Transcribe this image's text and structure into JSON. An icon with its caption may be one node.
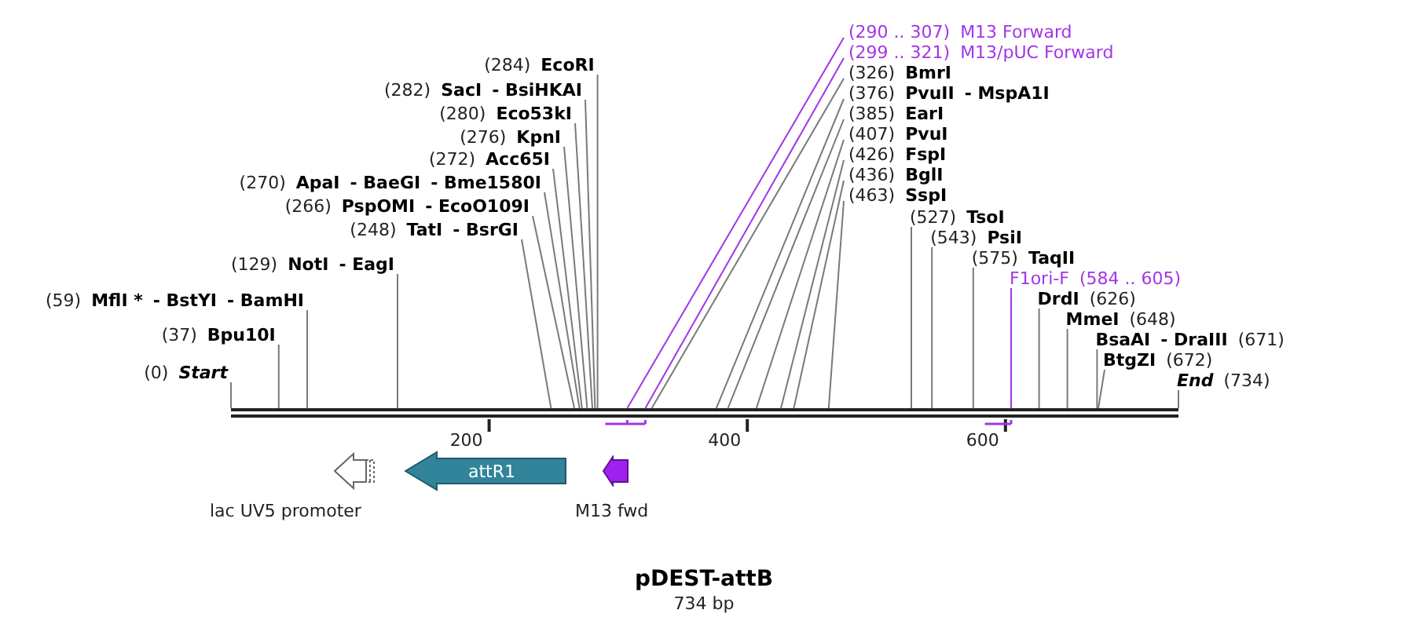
{
  "diagram": {
    "title": "pDEST-attB",
    "nodes": [
      {
        "text": [
          "(284)",
          "EcoRI"
        ]
      },
      {
        "text": [
          "(282)",
          "SacI",
          "- BsiHKAI"
        ]
      },
      {
        "text": [
          "(280)",
          "Eco53kI"
        ]
      },
      {
        "text": [
          "(276)",
          "KpnI"
        ]
      },
      {
        "text": [
          "(272)",
          "Acc65I"
        ]
      },
      {
        "text": [
          "(270)",
          "ApaI",
          "- BaeGI",
          "- Bme1580I"
        ]
      },
      {
        "text": [
          "(426)",
          "FspI"
        ]
      },
      {
        "text": [
          "(266)",
          "PspOMI",
          "- EcoO109I"
        ]
      },
      {
        "text": [
          "F1ori-F",
          "(584 .. 605)"
        ]
      },
      {
        "text": [
          "(407)",
          "PvuI"
        ]
      },
      {
        "text": [
          "(248)",
          "TatI",
          "- BsrGI"
        ]
      },
      {
        "text": [
          "(575)",
          "TaqII"
        ]
      },
      {
        "text": [
          "DrdI",
          "(626)"
        ]
      },
      {
        "text": [
          "(385)",
          "EarI"
        ]
      },
      {
        "text": [
          "(129)",
          "NotI",
          "- EagI"
        ]
      },
      {
        "text": [
          "(376)",
          "PvuII",
          "- MspA1I"
        ]
      },
      {
        "text": [
          "(543)",
          "PsiI"
        ]
      },
      {
        "text": [
          "MmeI",
          "(648)"
        ]
      },
      {
        "text": [
          "(59)",
          "MflI *",
          "- BstYI",
          "- BamHI"
        ]
      },
      {
        "text": [
          "(527)",
          "TsoI"
        ]
      },
      {
        "text": [
          "(326)",
          "BmrI"
        ]
      },
      {
        "text": [
          "BsaAI",
          "- DraIII",
          "(671)"
        ]
      },
      {
        "text": [
          "(37)",
          "Bpu10I"
        ]
      },
      {
        "text": [
          "(463)",
          "SspI"
        ]
      },
      {
        "text": [
          "BtgZI",
          "(672)"
        ]
      },
      {
        "text": [
          "(299 .. 321)",
          "M13/pUC Forward"
        ]
      },
      {
        "text": [
          "(0)",
          "Start"
        ]
      },
      {
        "text": [
          "(290 .. 307)",
          "M13 Forward"
        ]
      },
      {
        "text": [
          "(436)",
          "BglI"
        ]
      },
      {
        "text": [
          "End",
          "(734)"
        ]
      },
      {
        "text": [],
        "shape": "bar",
        "beside": [
          "200",
          "400",
          "600"
        ]
      },
      {
        "text": [
          "lac UV5 promoter"
        ]
      },
      {
        "text": [
          "attR1"
        ]
      },
      {
        "text": [
          "M13 fwd"
        ]
      }
    ],
    "edges": [
      {
        "from": 0,
        "to": 30,
        "arrow": "none"
      },
      {
        "from": 1,
        "to": 30,
        "arrow": "none"
      },
      {
        "from": 2,
        "to": 30,
        "arrow": "none"
      },
      {
        "from": 3,
        "to": 30,
        "arrow": "none"
      },
      {
        "from": 4,
        "to": 30,
        "arrow": "none"
      },
      {
        "from": 5,
        "to": 30,
        "arrow": "none"
      },
      {
        "from": 6,
        "to": 30,
        "arrow": "none"
      },
      {
        "from": 7,
        "to": 30,
        "arrow": "none"
      },
      {
        "from": 8,
        "to": 30,
        "arrow": "none",
        "color": "#a335e6"
      },
      {
        "from": 9,
        "to": 30,
        "arrow": "none"
      },
      {
        "from": 10,
        "to": 30,
        "arrow": "none"
      },
      {
        "from": 11,
        "to": 30,
        "arrow": "none"
      },
      {
        "from": 12,
        "to": 30,
        "arrow": "none"
      },
      {
        "from": 13,
        "to": 30,
        "arrow": "none"
      },
      {
        "from": 14,
        "to": 30,
        "arrow": "none"
      },
      {
        "from": 15,
        "to": 30,
        "arrow": "none"
      },
      {
        "from": 16,
        "to": 30,
        "arrow": "none"
      },
      {
        "from": 17,
        "to": 30,
        "arrow": "none"
      },
      {
        "from": 18,
        "to": 30,
        "arrow": "none"
      },
      {
        "from": 19,
        "to": 30,
        "arrow": "none"
      },
      {
        "from": 20,
        "to": 30,
        "arrow": "none"
      },
      {
        "from": 21,
        "to": 30,
        "arrow": "none"
      },
      {
        "from": 22,
        "to": 30,
        "arrow": "none"
      },
      {
        "from": 23,
        "to": 30,
        "arrow": "none"
      },
      {
        "from": 24,
        "to": 30,
        "arrow": "none"
      },
      {
        "from": 25,
        "to": 30,
        "arrow": "none",
        "color": "#a335e6"
      },
      {
        "from": 26,
        "to": 30,
        "arrow": "none"
      },
      {
        "from": 27,
        "to": 30,
        "arrow": "none",
        "color": "#a335e6"
      },
      {
        "from": 28,
        "to": 30,
        "arrow": "none"
      },
      {
        "from": 29,
        "to": 30,
        "arrow": "none"
      }
    ],
    "labels": [
      "734 bp"
    ]
  }
}
